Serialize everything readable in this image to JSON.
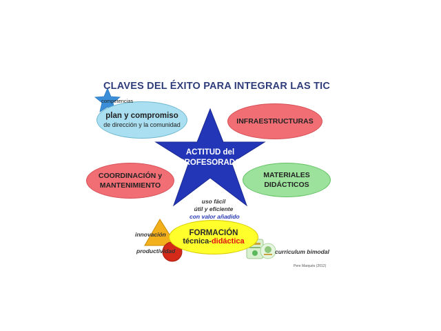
{
  "title": "CLAVES DEL ÉXITO PARA INTEGRAR LAS TIC",
  "center": {
    "line1": "ACTITUD  del",
    "line2": "PROFESORADO"
  },
  "nodes": {
    "plan": {
      "line1": "plan y compromiso",
      "line2": "de dirección y la comunidad"
    },
    "infraestructuras": "INFRAESTRUCTURAS",
    "coordinacion": {
      "line1": "COORDINACIÓN y",
      "line2": "MANTENIMIENTO"
    },
    "materiales": {
      "line1": "MATERIALES",
      "line2": "DIDÁCTICOS"
    },
    "formacion": {
      "line1": "FORMACIÓN",
      "line2_a": "técnica-",
      "line2_b": "didáctica"
    }
  },
  "notes": {
    "competencias": "competencias",
    "uso1": "uso fácil",
    "uso2": "útil y eficiente",
    "uso3": "con valor añadido",
    "innovacion": "innovación",
    "productividad": "productividad",
    "curriculum": "curriculum bimodal",
    "credit": "Pere Marquès (2012)"
  },
  "colors": {
    "star": "#2336b8",
    "small_star": "#3a8fd8",
    "title": "#2f3d7a",
    "red_ellipse": "#f06e74",
    "blue_ellipse": "#a9dff0",
    "green_ellipse": "#9ce29c",
    "yellow_ellipse": "#ffff2c",
    "triangle": "#f2b01c",
    "circle": "#d42a1a"
  }
}
